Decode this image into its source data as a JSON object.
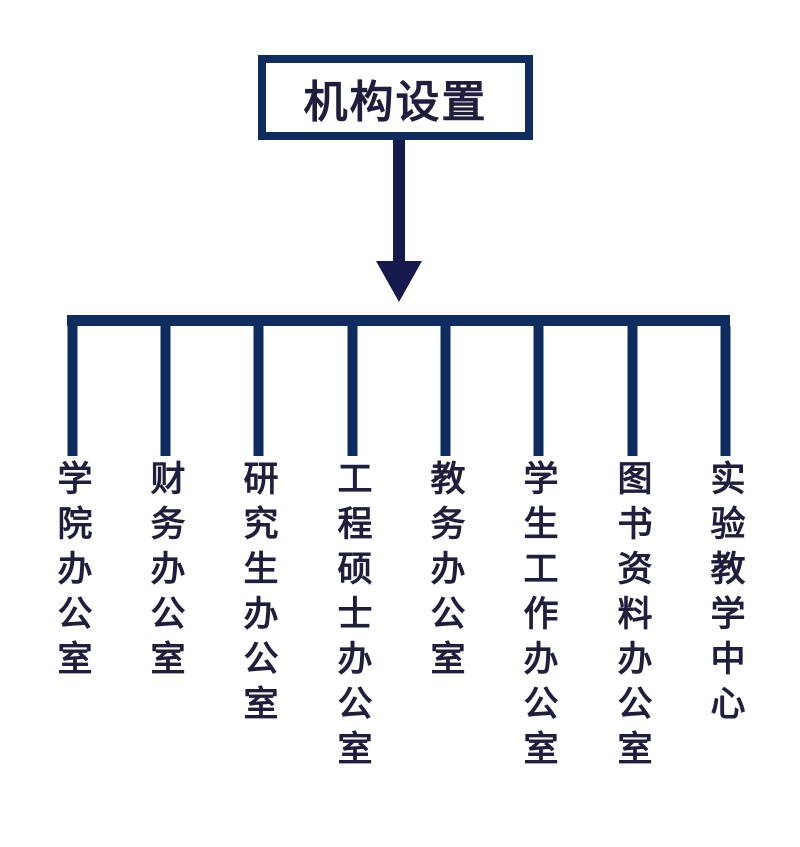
{
  "title": "机构设置",
  "colors": {
    "line": "#0e2c60",
    "arrow": "#15194b",
    "text": "#1f1f3d",
    "background": "#ffffff"
  },
  "branches": [
    {
      "label": "学院办公室"
    },
    {
      "label": "财务办公室"
    },
    {
      "label": "研究生办公室"
    },
    {
      "label": "工程硕士办公室"
    },
    {
      "label": "教务办公室"
    },
    {
      "label": "学生工作办公室"
    },
    {
      "label": "图书资料办公室"
    },
    {
      "label": "实验教学中心"
    }
  ]
}
